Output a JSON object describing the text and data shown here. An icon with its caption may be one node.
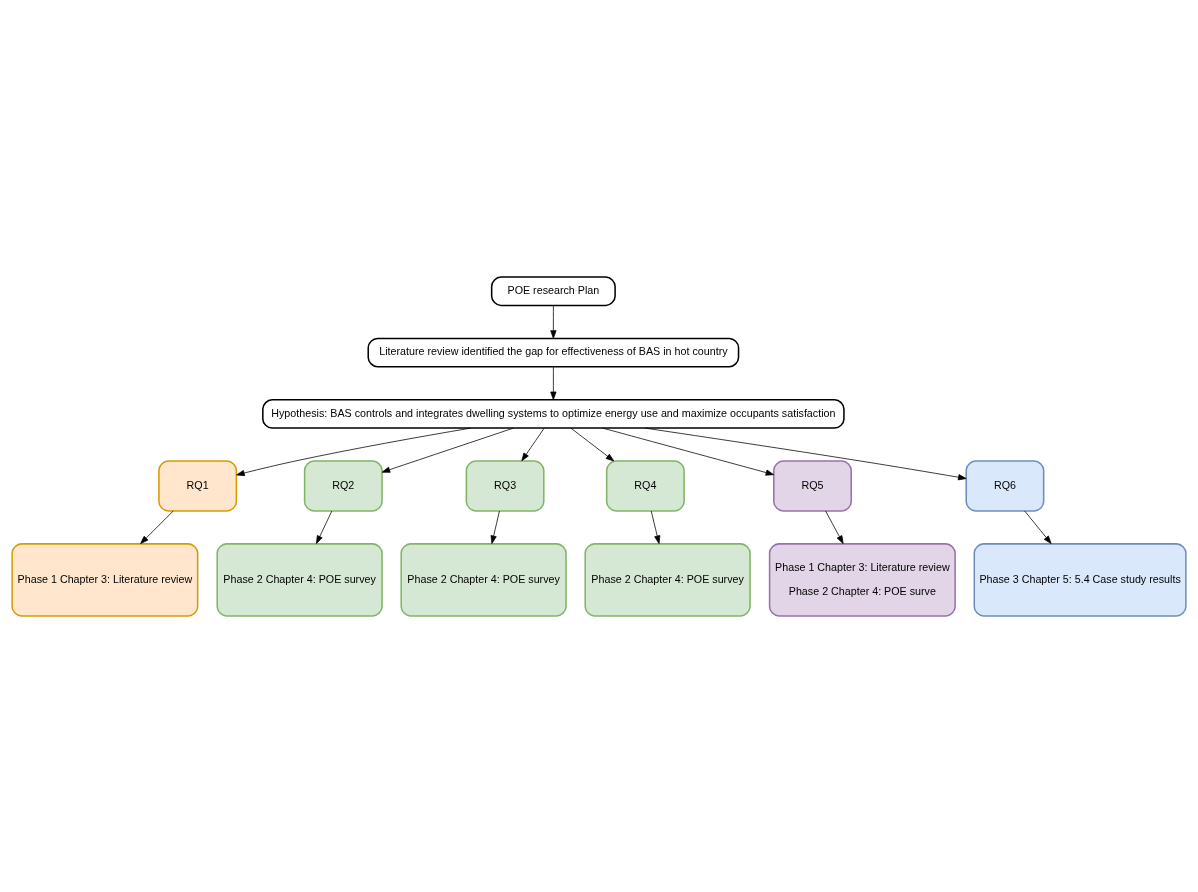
{
  "diagram": {
    "nodes": [
      {
        "text": [
          "POE research Plan"
        ]
      },
      {
        "text": [
          "Literature review identified the gap for effectiveness of BAS in hot country"
        ]
      },
      {
        "text": [
          "Hypothesis: BAS controls and integrates dwelling systems to optimize energy use and maximize occupants satisfaction"
        ]
      },
      {
        "text": [
          "RQ1"
        ]
      },
      {
        "text": [
          "RQ2"
        ]
      },
      {
        "text": [
          "RQ3"
        ]
      },
      {
        "text": [
          "RQ4"
        ]
      },
      {
        "text": [
          "RQ5"
        ]
      },
      {
        "text": [
          "RQ6"
        ]
      },
      {
        "text": [
          "Phase 1 Chapter 3: Literature review"
        ]
      },
      {
        "text": [
          "Phase 2 Chapter 4: POE survey"
        ]
      },
      {
        "text": [
          "Phase 2 Chapter 4: POE survey"
        ]
      },
      {
        "text": [
          "Phase 2 Chapter 4: POE survey"
        ]
      },
      {
        "text": [
          "Phase 1 Chapter 3: Literature review",
          "Phase 2 Chapter 4: POE surve"
        ]
      },
      {
        "text": [
          "Phase 3 Chapter 5: 5.4 Case study results"
        ]
      }
    ],
    "edges": [
      {
        "from": 0,
        "to": 1,
        "arrow": "to"
      },
      {
        "from": 1,
        "to": 2,
        "arrow": "to"
      },
      {
        "from": 2,
        "to": 3,
        "arrow": "to"
      },
      {
        "from": 2,
        "to": 4,
        "arrow": "to"
      },
      {
        "from": 2,
        "to": 5,
        "arrow": "to"
      },
      {
        "from": 2,
        "to": 6,
        "arrow": "to"
      },
      {
        "from": 2,
        "to": 7,
        "arrow": "to"
      },
      {
        "from": 2,
        "to": 8,
        "arrow": "to"
      },
      {
        "from": 3,
        "to": 9,
        "arrow": "to"
      },
      {
        "from": 4,
        "to": 10,
        "arrow": "to"
      },
      {
        "from": 5,
        "to": 11,
        "arrow": "to"
      },
      {
        "from": 6,
        "to": 12,
        "arrow": "to"
      },
      {
        "from": 7,
        "to": 13,
        "arrow": "to"
      },
      {
        "from": 8,
        "to": 14,
        "arrow": "to"
      }
    ]
  }
}
